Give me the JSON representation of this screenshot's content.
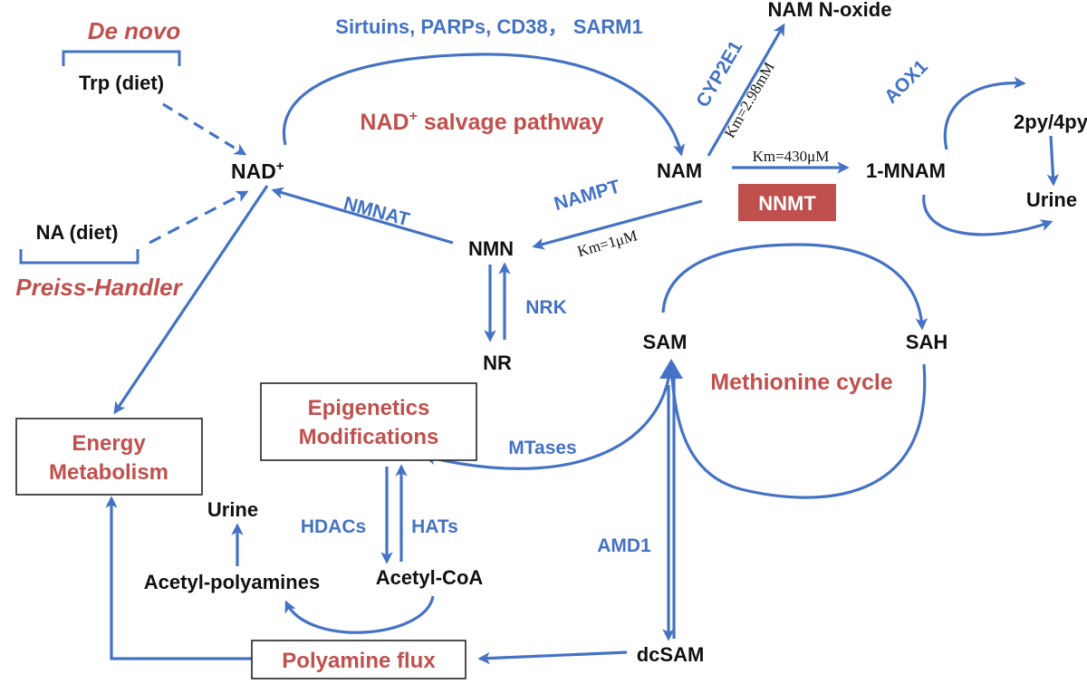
{
  "colors": {
    "arrow": "#4472c4",
    "enzyme": "#4472c4",
    "pathway": "#c0504d",
    "metabolite": "#111111",
    "nnmt_box": "#c0504d"
  },
  "nodes": {
    "de_novo": "De novo",
    "trp": "Trp (diet)",
    "nad": "NAD",
    "nad_sup": "+",
    "na": "NA (diet)",
    "preiss_handler": "Preiss-Handler",
    "nam": "NAM",
    "nam_noxide": "NAM N-oxide",
    "mnam": "1-MNAM",
    "py": "2py/4py",
    "urine_right": "Urine",
    "nmn": "NMN",
    "nr": "NR",
    "sam": "SAM",
    "sah": "SAH",
    "dcsam": "dcSAM",
    "acetyl_coa": "Acetyl-CoA",
    "acetyl_polyamines": "Acetyl-polyamines",
    "urine_left": "Urine"
  },
  "boxes": {
    "energy_line1": "Energy",
    "energy_line2": "Metabolism",
    "epi_line1": "Epigenetics",
    "epi_line2": "Modifications",
    "polyamine": "Polyamine flux",
    "nnmt": "NNMT"
  },
  "pathways": {
    "salvage_pre": "NAD",
    "salvage_sup": "+",
    "salvage_post": " salvage pathway",
    "methionine": "Methionine cycle"
  },
  "enzymes": {
    "consumers": "Sirtuins, PARPs, CD38， SARM1",
    "cyp2e1": "CYP2E1",
    "aox1": "AOX1",
    "nmnat": "NMNAT",
    "nampt": "NAMPT",
    "nrk": "NRK",
    "mtases": "MTases",
    "hdacs": "HDACs",
    "hats": "HATs",
    "amd1": "AMD1"
  },
  "km": {
    "cyp2e1": "Km=2.98mM",
    "nnmt": "Km=430μM",
    "nampt": "Km=1μM"
  }
}
